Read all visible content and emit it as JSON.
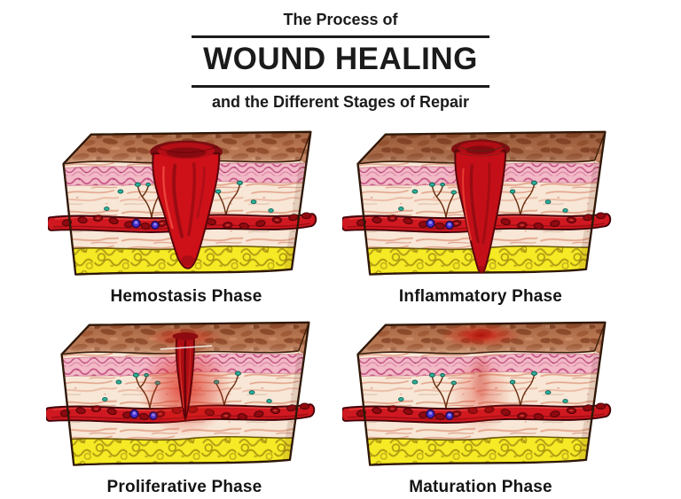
{
  "header": {
    "kicker": "The Process of",
    "title": "WOUND HEALING",
    "subtitle": "and the Different Stages of Repair"
  },
  "panels": [
    {
      "label": "Hemostasis Phase",
      "wound_ref": "#wound-hemostasis"
    },
    {
      "label": "Inflammatory Phase",
      "wound_ref": "#wound-inflammatory"
    },
    {
      "label": "Proliferative Phase",
      "wound_ref": "#wound-proliferative"
    },
    {
      "label": "Maturation Phase",
      "wound_ref": "#wound-maturation"
    }
  ],
  "palette": {
    "background": "#ffffff",
    "text": "#1b1b1b",
    "divider_rule": "#1b1b1b",
    "skin_surface_brown": "#bd7a55",
    "epidermis_pink": "#f2b9c6",
    "dermis_cream": "#f8e7d6",
    "blood_vessel_red": "#d01820",
    "blood_clot_red": "#ce1019",
    "fat_yellow": "#f5ea25",
    "cell_teal": "#2fb09c",
    "white_blood_cell_blue": "#4b32cf"
  }
}
